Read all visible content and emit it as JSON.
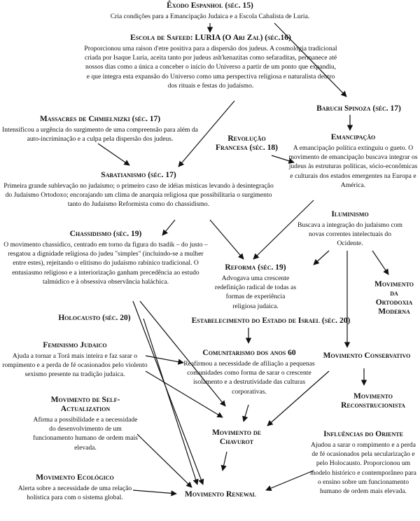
{
  "nodes": {
    "exodo": {
      "title": "Êxodo Espanhol (séc. 15)",
      "desc": "Cria condições para a Emancipação Judaica e a Escola Cabalista de Luria."
    },
    "safeed": {
      "title": "Escola de Safeed: LURIA (O Ari Zal) (séc.16)",
      "desc": "Proporcionou uma raison d'etre positiva para a dispersão dos judeus. A cosmologia tradicional criada por Isaque Luria, aceita tanto por judeus ash'kenazitas como sefaraditas, permanece até nossos dias como a única a conceber o início do Universo a partir de um ponto que expandiu, e que integra esta expansão do Universo como uma perspectiva religiosa e naturalista dentro dos rituais e festas do judaísmo."
    },
    "spinoza": {
      "title": "Baruch Spinoza (séc. 17)"
    },
    "massacres": {
      "title": "Massacres de Chmielnizki (séc. 17)",
      "desc": "Intensificou a urgência do surgimento de uma compreensão para além da auto-incriminação e a culpa pela dispersão dos judeus."
    },
    "revolucao": {
      "title": "Revolução Francesa (séc. 18)"
    },
    "emancipacao": {
      "title": "Emancipação",
      "desc": "A emancipação política extinguiu o gueto. O movimento de emancipação buscava integrar os judeus às estruturas políticas, sócio-econômicas e culturais dos estados emergentes na Europa e América."
    },
    "sabatianismo": {
      "title": "Sabatianismo (séc. 17)",
      "desc": "Primeira grande sublevação no judaísmo; o primeiro caso de idéias místicas levando à desintegração do Judaísmo Ortodoxo; encorajando um clima de anarquia religiosa que possibilitaria o surgimento tanto do Judaísmo Reformista como do chassidismo."
    },
    "iluminismo": {
      "title": "Iluminismo",
      "desc": "Buscava a integração do judaísmo com novas correntes intelectuais do Ocidente."
    },
    "chassidismo": {
      "title": "Chassidismo (séc. 19)",
      "desc": "O movimento chassídico, centrado em torno da figura do tsadik – do justo – resgatou a dignidade religiosa do judeu \"simples\" (incluindo-se a mulher entre estes), rejeitando o elitismo do judaísmo rabínico tradicional. O entusiasmo religioso e a interiorização ganham precedência ao estudo talmúdico e à obsessiva observância haláchica."
    },
    "reforma": {
      "title": "Reforma (séc. 19)",
      "desc": "Advogava uma crescente redefinição radical de todas as formas de experiência religiosa judaica."
    },
    "ortodoxia": {
      "title": "Movimento da Ortodoxia Moderna"
    },
    "holocausto": {
      "title": "Holocausto (séc. 20)"
    },
    "israel": {
      "title": "Estabelecimento do Estado de Israel (séc. 20)"
    },
    "feminismo": {
      "title": "Feminismo Judaico",
      "desc": "Ajuda a tornar a Torá mais inteira e faz sarar o rompimento e a perda de fé ocasionados pelo violento sexismo presente na tradição judaica."
    },
    "comunitarismo": {
      "title": "Comunitarismo dos anos 60",
      "desc": "Reafirmou a necessidade de afiliação a pequenas comunidades como forma de sarar o crescente isolamento e a destrutividade das culturas corporativas."
    },
    "conservativo": {
      "title": "Movimento Conservativo"
    },
    "selfact": {
      "title": "Movimento de Self-Actualization",
      "desc": "Afirma a possibilidade e a necessidade do desenvolvimento de um funcionamento humano de ordem mais elevada."
    },
    "reconstrucionista": {
      "title": "Movimento Reconstrucionista"
    },
    "chavurot": {
      "title": "Movimento de Chavurot"
    },
    "oriente": {
      "title": "Influências do Oriente",
      "desc": "Ajudou a sarar o rompimento e a perda de fé ocasionados pela secularização e pelo Holocausto. Proporcionou um modelo histórico e contemporâneo para o ensino sobre um funcionamento humano de ordem mais elevada."
    },
    "ecologico": {
      "title": "Movimento Ecológico",
      "desc": "Alerta sobre a necessidade de uma relação holística para com o sistema global."
    },
    "renewal": {
      "title": "Movimento Renewal"
    }
  }
}
